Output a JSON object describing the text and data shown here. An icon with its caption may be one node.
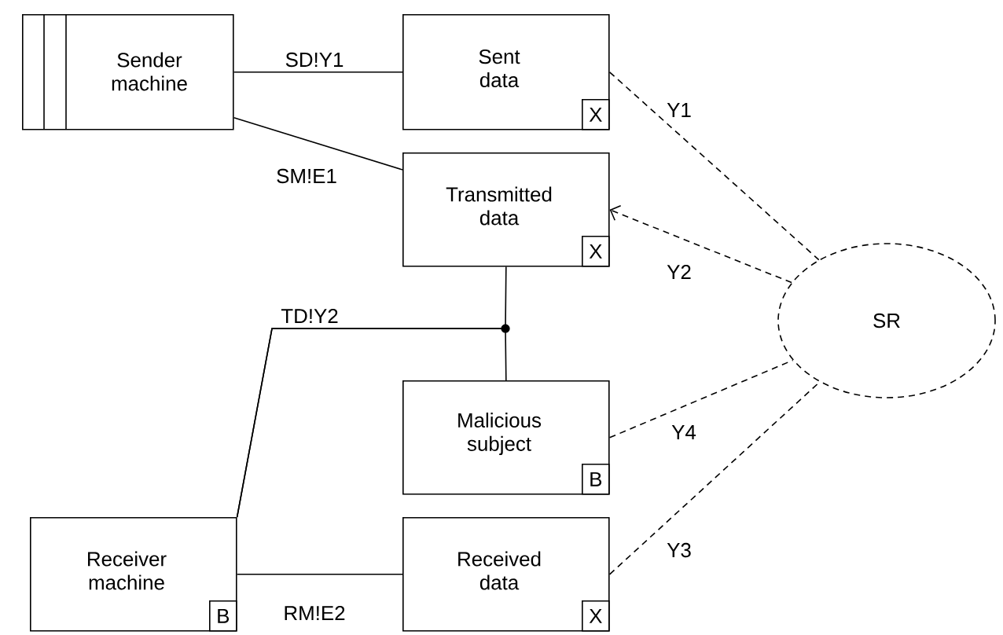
{
  "diagram": {
    "nodes": [
      {
        "text": [
          "Sender machine"
        ]
      },
      {
        "text": [
          "Sent data",
          "X"
        ]
      },
      {
        "text": [
          "Transmitted data",
          "X"
        ]
      },
      {
        "text": [
          "Malicious subject",
          "B"
        ]
      },
      {
        "text": [
          "Receiver machine",
          "B"
        ]
      },
      {
        "text": [
          "Received data",
          "X"
        ]
      },
      {
        "text": [
          "SR"
        ]
      }
    ],
    "edges": [
      {
        "from": 0,
        "to": 1,
        "arrow": "none",
        "label": "SD!Y1"
      },
      {
        "from": 0,
        "to": 2,
        "arrow": "none",
        "label": "SM!E1"
      },
      {
        "from": 2,
        "to": 4,
        "arrow": "none",
        "label": "TD!Y2"
      },
      {
        "from": 3,
        "to": 4,
        "arrow": "none"
      },
      {
        "from": 4,
        "to": 5,
        "arrow": "none",
        "label": "RM!E2"
      },
      {
        "from": 1,
        "to": 6,
        "arrow": "none",
        "label": "Y1",
        "style": "dashed"
      },
      {
        "from": 6,
        "to": 2,
        "arrow": "to",
        "label": "Y2",
        "style": "dashed"
      },
      {
        "from": 3,
        "to": 6,
        "arrow": "none",
        "label": "Y4",
        "style": "dashed"
      },
      {
        "from": 5,
        "to": 6,
        "arrow": "none",
        "label": "Y3",
        "style": "dashed"
      }
    ]
  }
}
